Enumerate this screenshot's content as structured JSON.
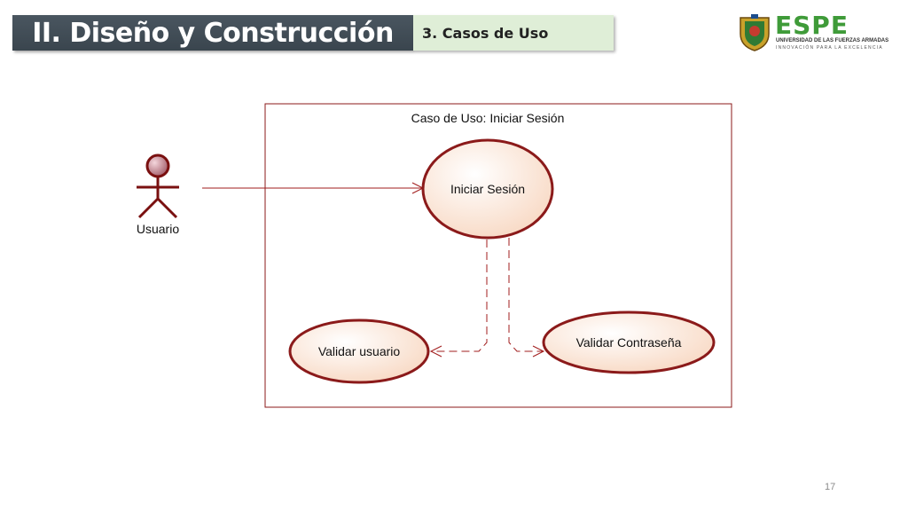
{
  "header": {
    "title": "II. Diseño y Construcción",
    "section": "3. Casos de Uso"
  },
  "logo": {
    "word": "ESPE",
    "line1": "UNIVERSIDAD DE LAS FUERZAS ARMADAS",
    "line2": "INNOVACIÓN PARA LA EXCELENCIA"
  },
  "diagram": {
    "system_title": "Caso de Uso: Iniciar Sesión",
    "actor": "Usuario",
    "use_cases": {
      "login": "Iniciar Sesión",
      "validate_user": "Validar usuario",
      "validate_password": "Validar Contraseña"
    }
  },
  "colors": {
    "border": "#8b1a1a",
    "usecase_fill": "#fbe7d8",
    "title_bg": "#3f4a53",
    "section_bg": "#dfeed7",
    "brand_green": "#3f9b39"
  },
  "footer": {
    "page_number": "17"
  }
}
